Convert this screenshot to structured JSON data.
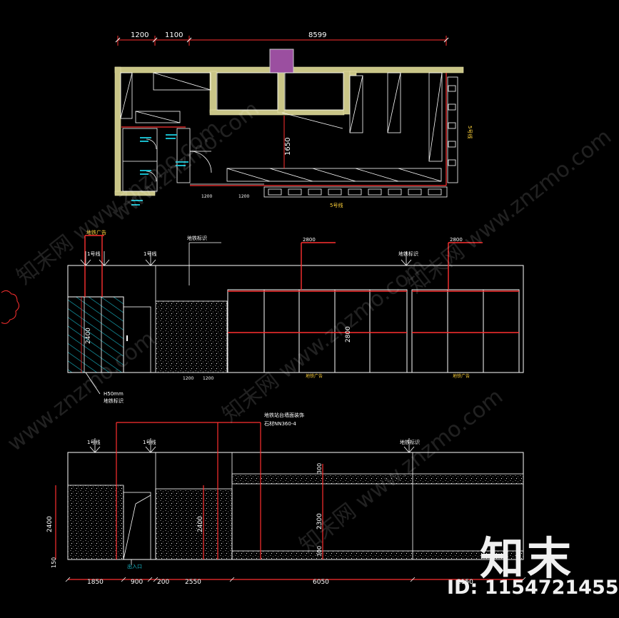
{
  "plan": {
    "dims_top": [
      "1200",
      "1100",
      "8599"
    ],
    "depth_dim": "1650",
    "right_label": "5号线",
    "bottom_label": "5号线",
    "small_notes": [
      "1200",
      "1200"
    ]
  },
  "elevation_a": {
    "callouts": [
      "地铁广告",
      "1号线",
      "1号线",
      "地铁标识",
      "2800",
      "2800",
      "地铁标识"
    ],
    "height_dims": [
      "2400",
      "2800"
    ],
    "bottom_notes": [
      "1200",
      "1200",
      "H50mm",
      "地铁标识"
    ],
    "bay_labels": [
      "地铁广告",
      "地铁广告"
    ]
  },
  "elevation_b": {
    "note_line1": "地铁站台墙面装饰",
    "note_line2": "石材NN360-4",
    "callouts": [
      "1号线",
      "1号线",
      "地铁标识"
    ],
    "height_dims": [
      "2400",
      "2400",
      "300",
      "2300",
      "300",
      "150"
    ],
    "bottom_dims": [
      "1850",
      "900",
      "200",
      "2550",
      "6050",
      "2150"
    ],
    "door_note": "出入口"
  },
  "watermarks": [
    "知末网 www.znzmo.com",
    "知末网 www.znzmo.com",
    "知末网 www.znzmo.com",
    "www.znzmo.com",
    "www.znzmo.com",
    "知末网 www.znzmo.com"
  ],
  "brand": "知末",
  "id_text": "ID: 1154721455",
  "colors": {
    "background": "#000000",
    "wall": "#c9c587",
    "accent": "#ff3030",
    "stripe": "#18b9c9",
    "annotation": "#ffd23a",
    "mark": "#9b4fa0"
  }
}
